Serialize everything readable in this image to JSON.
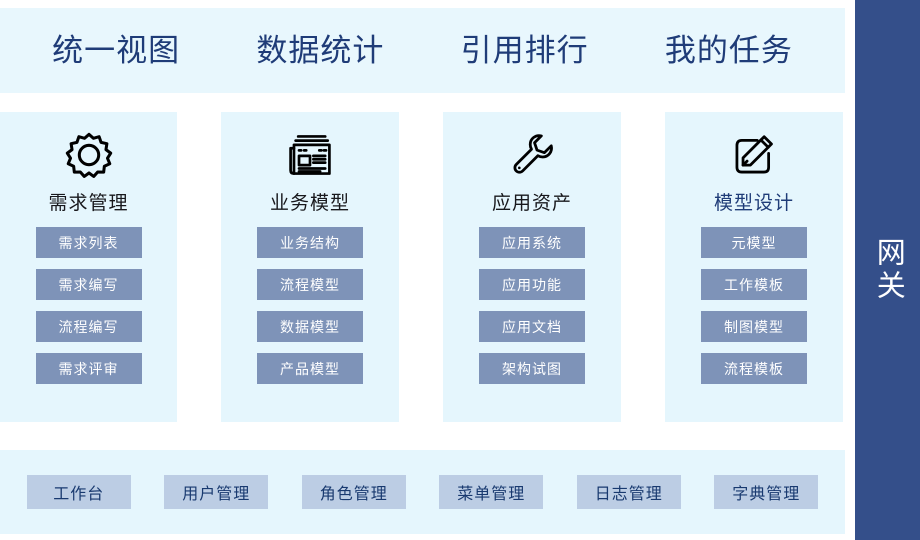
{
  "header": {
    "nav_items": [
      {
        "label": "统一视图",
        "name": "nav-unified-view"
      },
      {
        "label": "数据统计",
        "name": "nav-data-statistics"
      },
      {
        "label": "引用排行",
        "name": "nav-citation-ranking"
      },
      {
        "label": "我的任务",
        "name": "nav-my-tasks"
      }
    ]
  },
  "cards": [
    {
      "title": "需求管理",
      "icon": "gear-icon",
      "buttons": [
        "需求列表",
        "需求编写",
        "流程编写",
        "需求评审"
      ]
    },
    {
      "title": "业务模型",
      "icon": "newspaper-icon",
      "buttons": [
        "业务结构",
        "流程模型",
        "数据模型",
        "产品模型"
      ]
    },
    {
      "title": "应用资产",
      "icon": "wrench-icon",
      "buttons": [
        "应用系统",
        "应用功能",
        "应用文档",
        "架构试图"
      ]
    },
    {
      "title": "模型设计",
      "icon": "pencil-square-icon",
      "buttons": [
        "元模型",
        "工作模板",
        "制图模型",
        "流程模板"
      ]
    }
  ],
  "bottom_bar": {
    "buttons": [
      {
        "label": "工作台",
        "name": "bottom-btn-workbench"
      },
      {
        "label": "用户管理",
        "name": "bottom-btn-user-management"
      },
      {
        "label": "角色管理",
        "name": "bottom-btn-role-management"
      },
      {
        "label": "菜单管理",
        "name": "bottom-btn-menu-management"
      },
      {
        "label": "日志管理",
        "name": "bottom-btn-log-management"
      },
      {
        "label": "字典管理",
        "name": "bottom-btn-dictionary-management"
      }
    ]
  },
  "gateway": {
    "label": "网关"
  },
  "colors": {
    "header_band": "#e8f7fd",
    "card_bg": "#e5f6fd",
    "card_button": "#7e93b8",
    "bottom_button": "#bccde4",
    "nav_text": "#1f3c78",
    "gateway_rail": "#344f8a"
  }
}
